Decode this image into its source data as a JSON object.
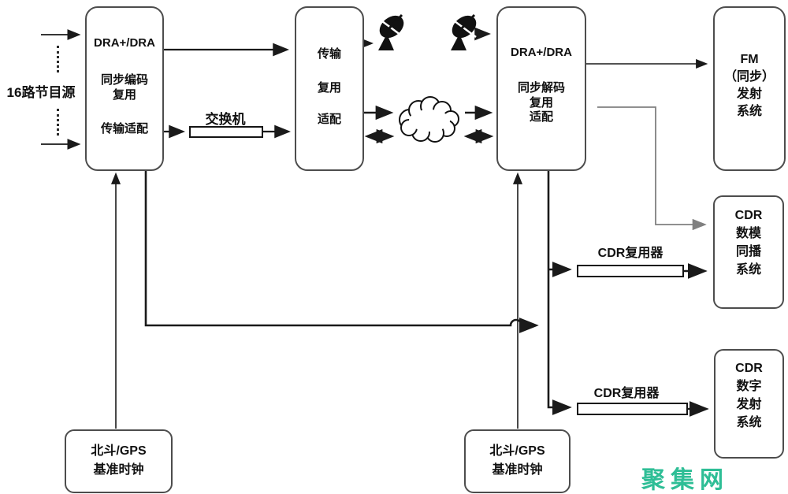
{
  "source_label": "16路节目源",
  "boxes": {
    "encoder": [
      "DRA+/DRA",
      "同步编码",
      "复用",
      "传输适配"
    ],
    "transmux": [
      "传输",
      "复用",
      "适配"
    ],
    "decoder": [
      "DRA+/DRA",
      "同步解码",
      "复用",
      "适配"
    ],
    "fm_tx": [
      "FM",
      "（同步）",
      "发射",
      "系统"
    ],
    "cdr_simulcast": [
      "CDR",
      "数模",
      "同播",
      "系统"
    ],
    "cdr_digital": [
      "CDR",
      "数字",
      "发射",
      "系统"
    ],
    "clock_left": [
      "北斗/GPS",
      "基准时钟"
    ],
    "clock_right": [
      "北斗/GPS",
      "基准时钟"
    ]
  },
  "labels": {
    "switch": "交换机",
    "cdr_mux_upper": "CDR复用器",
    "cdr_mux_lower": "CDR复用器"
  },
  "icons": {
    "satellite_dish_left": "satellite-dish",
    "satellite_dish_right": "satellite-dish",
    "network_cloud": "cloud"
  },
  "watermark": {
    "text": "聚集网",
    "color": "#2ebe96"
  },
  "colors": {
    "background": "#ffffff",
    "line": "#1a1a1a",
    "box_border": "#4d4d4d",
    "elbow_line": "#808080",
    "watermark": "#2ebe96"
  }
}
